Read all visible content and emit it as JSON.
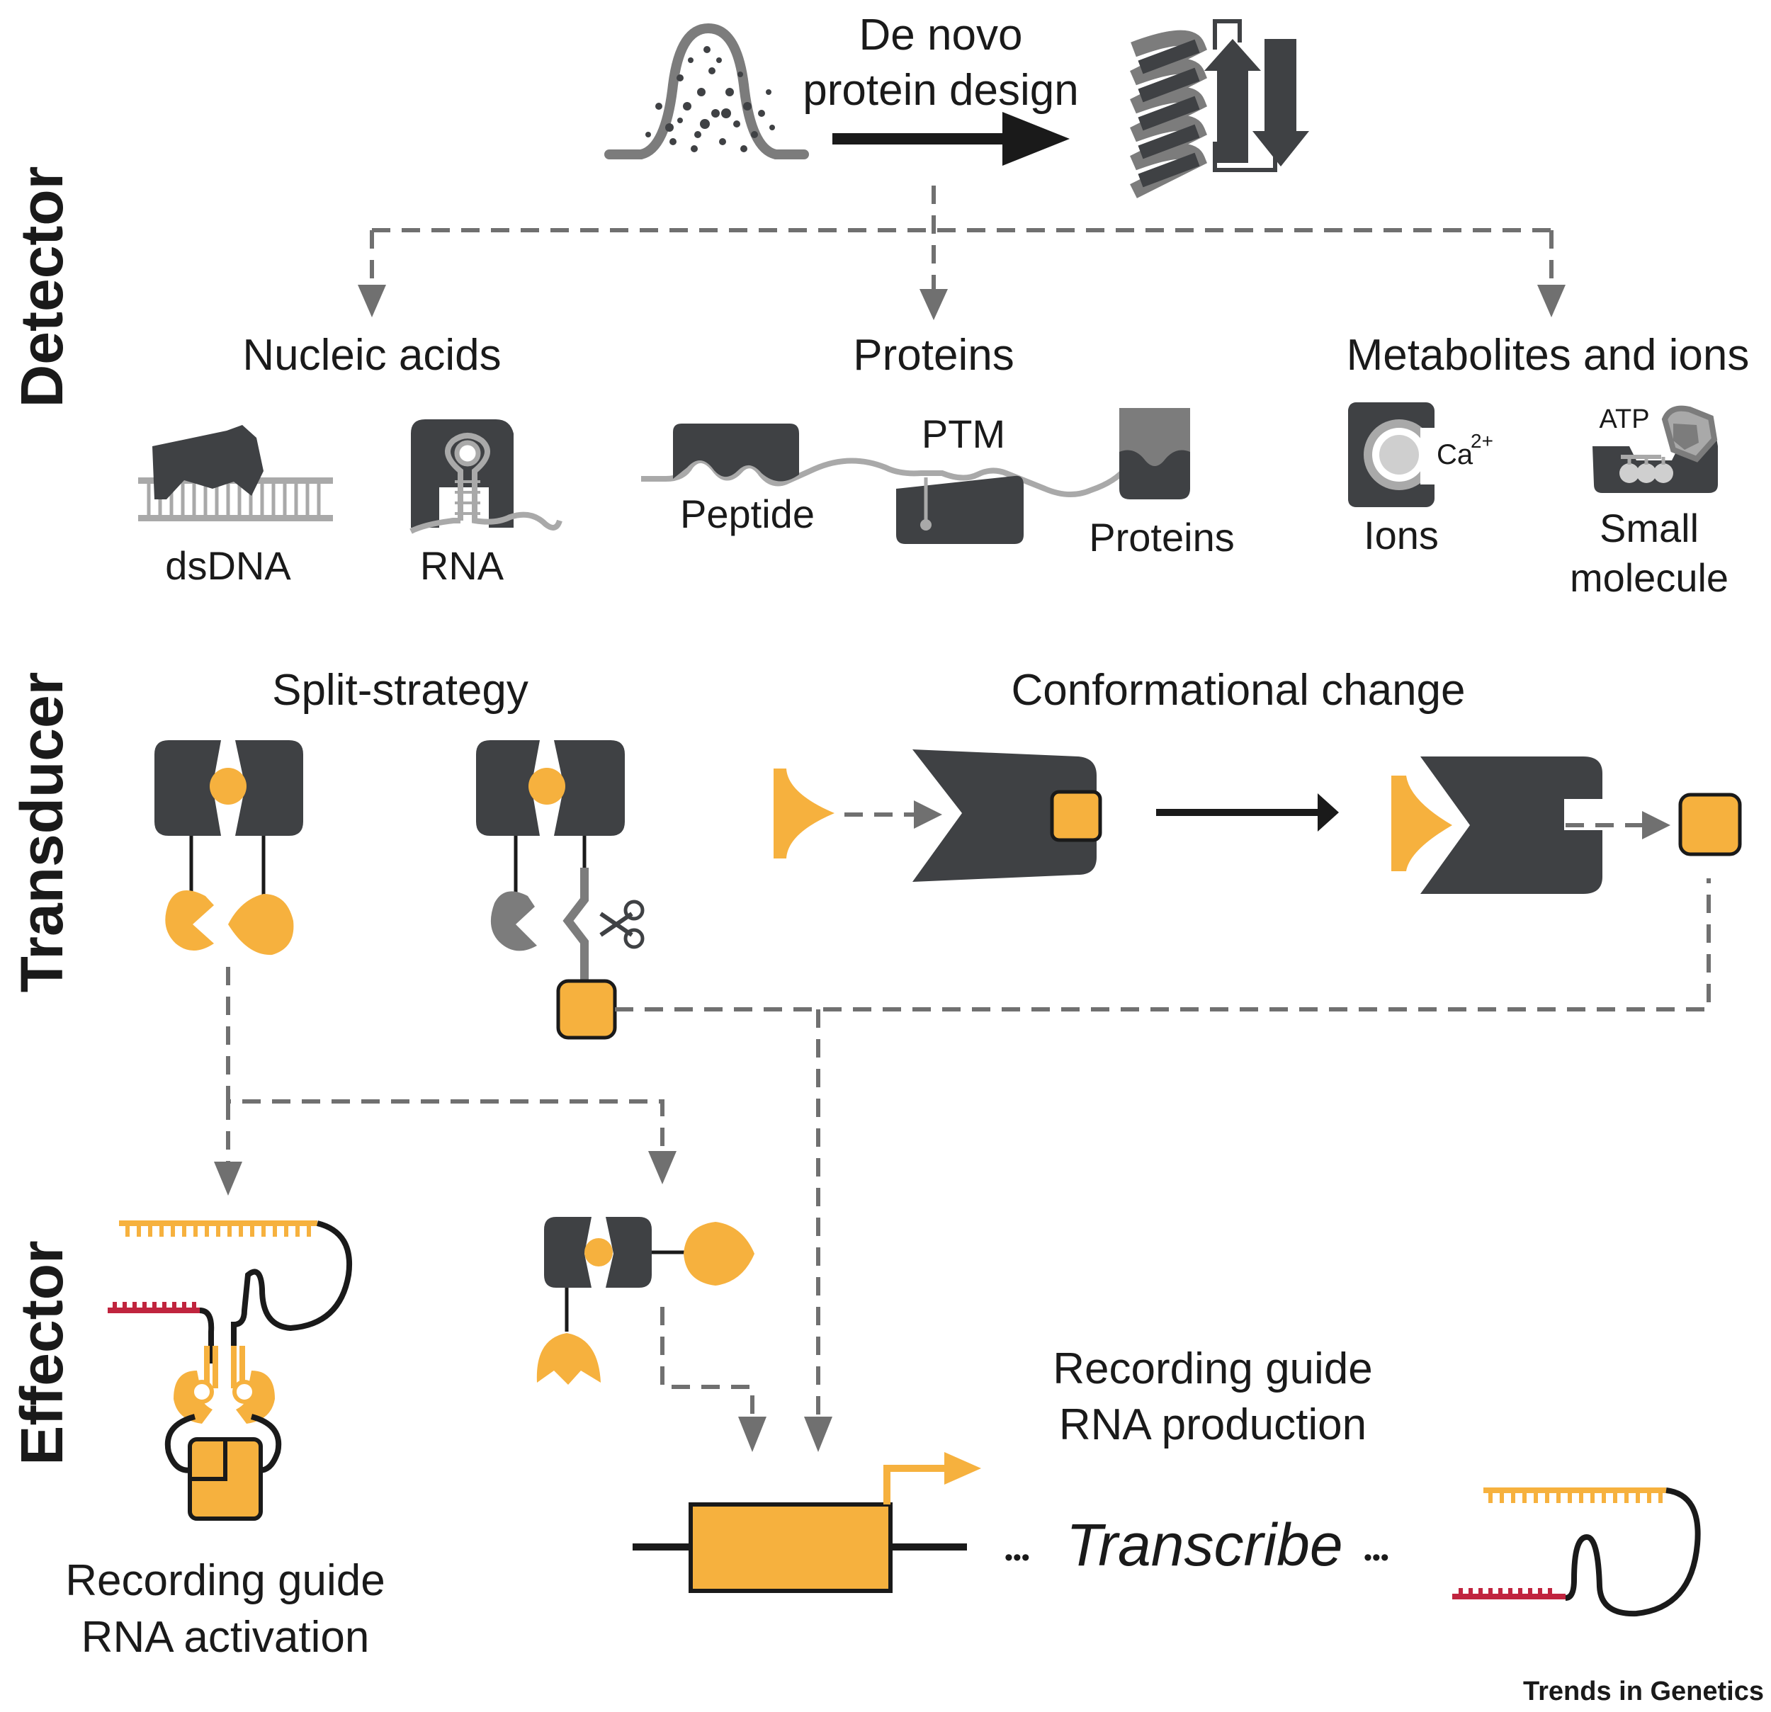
{
  "top": {
    "title_line1": "De novo",
    "title_line2": "protein design"
  },
  "sections": {
    "detector": "Detector",
    "transducer": "Transducer",
    "effector": "Effector"
  },
  "detector": {
    "nucleic_acids": {
      "heading": "Nucleic acids",
      "items": [
        "dsDNA",
        "RNA"
      ]
    },
    "proteins": {
      "heading": "Proteins",
      "items": [
        "Peptide",
        "PTM",
        "Proteins"
      ]
    },
    "metabolites": {
      "heading": "Metabolites and ions",
      "ions_label": "Ions",
      "ion_symbol": "Ca",
      "ion_charge": "2+",
      "atp_label": "ATP",
      "small_molecule_line1": "Small",
      "small_molecule_line2": "molecule"
    }
  },
  "transducer": {
    "split_strategy": "Split-strategy",
    "conformational_change": "Conformational change"
  },
  "effector": {
    "activation_line1": "Recording guide",
    "activation_line2": "RNA activation",
    "production_line1": "Recording guide",
    "production_line2": "RNA production",
    "transcribe": "Transcribe",
    "ellipsis_left": "•••",
    "ellipsis_right": "•••"
  },
  "footer": {
    "journal": "Trends in Genetics"
  },
  "colors": {
    "dark_gray": "#3f4144",
    "mid_gray": "#7c7c7c",
    "light_gray": "#a9a9a9",
    "orange": "#f6b13e",
    "red": "#c0243e",
    "arrow_gray": "#707070",
    "text": "#1a1a1a"
  }
}
